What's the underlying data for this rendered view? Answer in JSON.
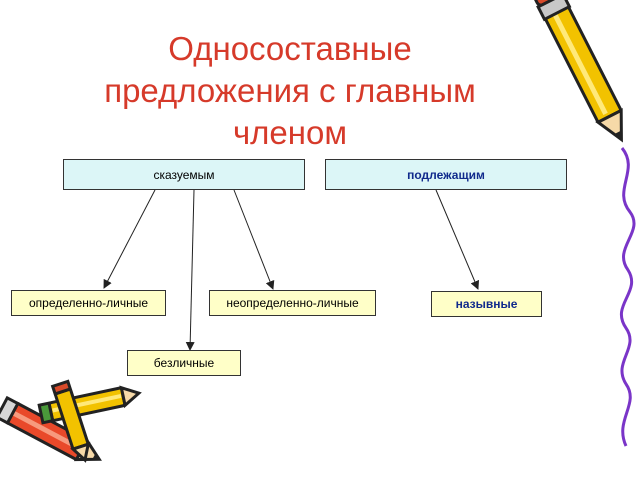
{
  "title": {
    "line1": "Односоставные",
    "line2": "предложения с главным",
    "line3": "членом"
  },
  "boxes": {
    "predicate": "сказуемым",
    "subject": "подлежащим",
    "definite_personal": "определенно-личные",
    "indefinite_personal": "неопределенно-личные",
    "impersonal": "безличные",
    "nominative": "назывные"
  },
  "decorations": {
    "pencil_icons": [
      "pencil-icon",
      "pencils-icon"
    ],
    "squiggle": "squiggle-line-icon"
  },
  "colors": {
    "title": "#d63a2a",
    "top_box_fill": "#dcf6f7",
    "leaf_box_fill": "#ffffc8",
    "highlight_text": "#102a8c",
    "squiggle": "#7a35c8"
  }
}
